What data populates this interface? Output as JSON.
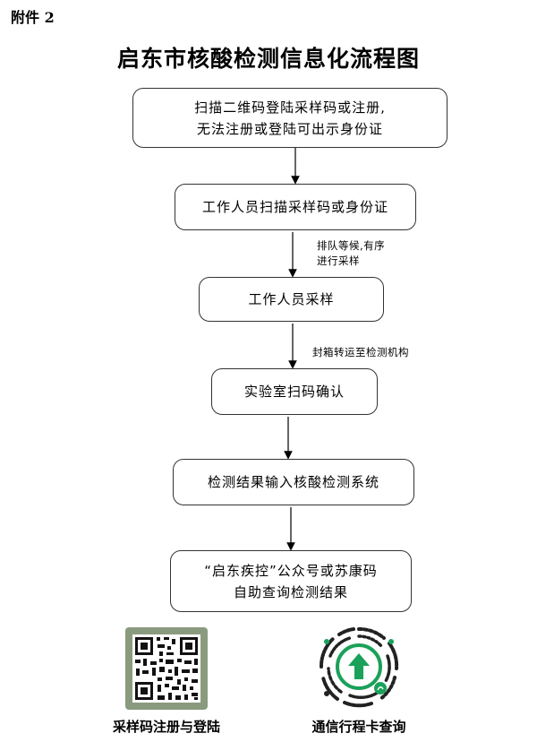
{
  "attachment_label": "附件 2",
  "title": "启东市核酸检测信息化流程图",
  "steps": [
    {
      "line1": "扫描二维码登陆采样码或注册,",
      "line2": "无法注册或登陆可出示身份证"
    },
    {
      "line1": "工作人员扫描采样码或身份证"
    },
    {
      "line1": "工作人员采样"
    },
    {
      "line1": "实验室扫码确认"
    },
    {
      "line1": "检测结果输入核酸检测系统"
    },
    {
      "line1": "“启东疾控”公众号或苏康码",
      "line2": "自助查询检测结果"
    }
  ],
  "notes": [
    {
      "line1": "排队等候,有序",
      "line2": "进行采样"
    },
    {
      "line1": "封箱转运至检测机构"
    }
  ],
  "qr_codes": [
    {
      "caption": "采样码注册与登陆",
      "icon": "qr-code-icon",
      "frame_color": "#8a9a7f"
    },
    {
      "caption": "通信行程卡查询",
      "icon": "mini-program-code-icon",
      "accent_color": "#1aa15a"
    }
  ]
}
